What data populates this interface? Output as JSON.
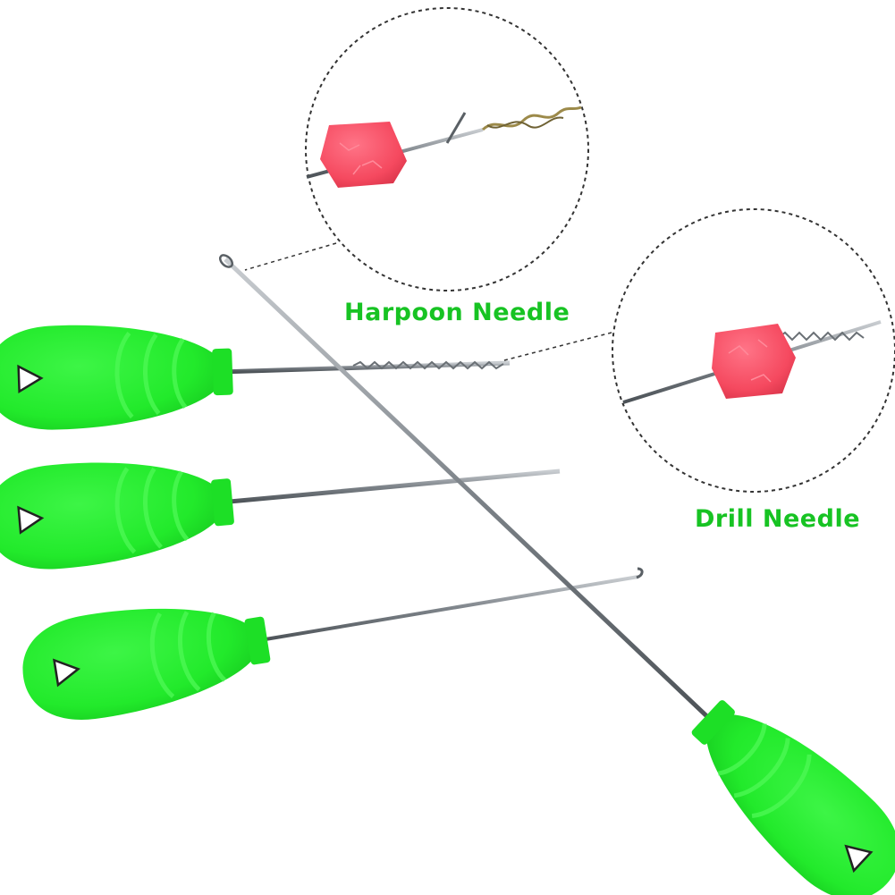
{
  "labels": {
    "harpoon": "Harpoon Needle",
    "drill": "Drill Needle"
  },
  "colors": {
    "background": "#ffffff",
    "handle_green": "#22ea2b",
    "handle_dark": "#14c21c",
    "label_green": "#17c323",
    "bait_red": "#f5495f",
    "needle_steel": "#8e9499",
    "circle_border": "#333333"
  },
  "items": [
    {
      "name": "drill-needle-tool",
      "icon": "green-handle-tool"
    },
    {
      "name": "baiting-needle-tool",
      "icon": "green-handle-tool"
    },
    {
      "name": "splicing-needle-tool",
      "icon": "green-handle-tool"
    },
    {
      "name": "harpoon-needle-tool",
      "icon": "green-handle-tool"
    }
  ]
}
